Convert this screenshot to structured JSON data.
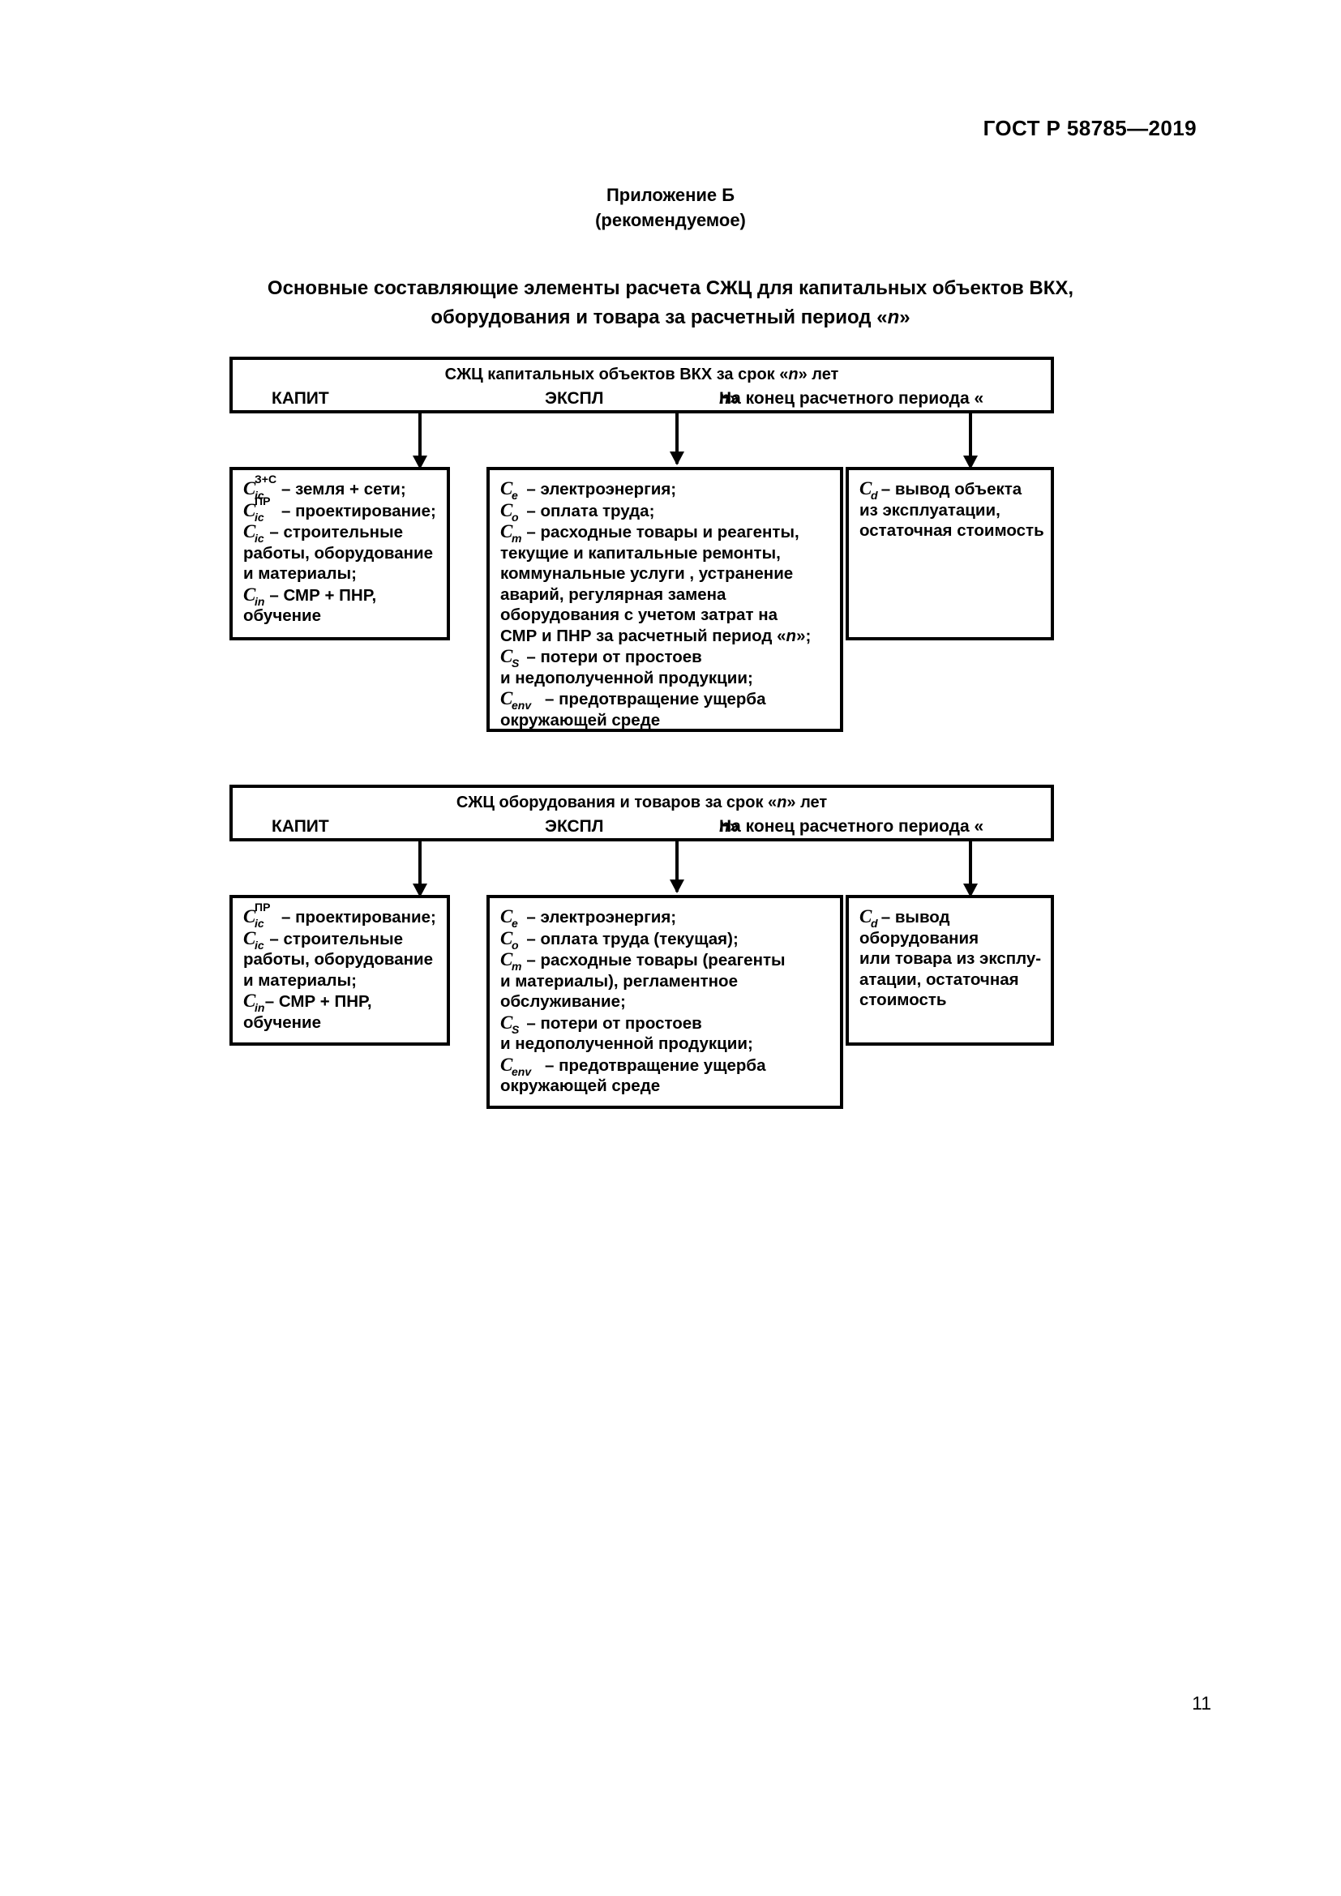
{
  "document": {
    "standard_header": "ГОСТ Р 58785—2019",
    "page_number": "11"
  },
  "annex": {
    "label": "Приложение Б",
    "note": "(рекомендуемое)",
    "title_line1": "Основные составляющие элементы расчета СЖЦ для капитальных объектов ВКХ,",
    "title_line2_a": "оборудования и товара за расчетный период «",
    "title_line2_var": "n",
    "title_line2_b": "»"
  },
  "diagrams": [
    {
      "id": "capital-objects",
      "header": {
        "title_a": "СЖЦ капитальных объектов ВКХ за срок «",
        "title_var": "n",
        "title_b": "» лет",
        "columns": [
          {
            "label": "КАПИТ"
          },
          {
            "label": "ЭКСПЛ"
          },
          {
            "label_a": "На конец расчетного периода «",
            "label_var": "n",
            "label_b": "»"
          }
        ]
      },
      "boxes": {
        "capit": {
          "lines": [
            {
              "var": "C",
              "sup": "З+С",
              "sub": "ic",
              "text": " – земля + сети;"
            },
            {
              "var": "C",
              "sup": "ПР",
              "sub": "ic",
              "text": " – проектирование;"
            },
            {
              "var": "C",
              "sup": "",
              "sub": "ic",
              "text": "–  строительные"
            },
            {
              "plain": "работы, оборудование"
            },
            {
              "plain": "и материалы;"
            },
            {
              "var": "C",
              "sup": "",
              "sub": "in",
              "text": "–  СМР + ПНР,"
            },
            {
              "plain": "обучение"
            }
          ]
        },
        "exspl": {
          "lines": [
            {
              "var": "C",
              "sup": "",
              "sub": "e",
              "text": " – электроэнергия;"
            },
            {
              "var": "C",
              "sup": "",
              "sub": "o",
              "text": " – оплата труда;"
            },
            {
              "var": "C",
              "sup": "",
              "sub": "m",
              "text": " – расходные товары и реагенты,"
            },
            {
              "plain": "текущие и капитальные ремонты,"
            },
            {
              "plain": "коммунальные услуги , устранение"
            },
            {
              "plain": "аварий, регулярная замена"
            },
            {
              "plain": "оборудования с учетом затрат на"
            },
            {
              "plain": "СМР и ПНР за расчетный период «n»;"
            },
            {
              "var": "C",
              "sup": "",
              "sub": "S",
              "text": " – потери от простоев"
            },
            {
              "plain": "и недополученной продукции;"
            },
            {
              "var": "C",
              "sup": "",
              "sub": "env",
              "text": " – предотвращение ущерба"
            },
            {
              "plain": "окружающей среде"
            }
          ]
        },
        "end": {
          "lines": [
            {
              "var": "C",
              "sup": "",
              "sub": "d",
              "text": " – вывод объекта"
            },
            {
              "plain": "из эксплуатации,"
            },
            {
              "plain": "остаточная стоимость"
            }
          ]
        }
      }
    },
    {
      "id": "equipment-goods",
      "header": {
        "title_a": "СЖЦ оборудования и товаров за срок «",
        "title_var": "n",
        "title_b": "» лет",
        "columns": [
          {
            "label": "КАПИТ"
          },
          {
            "label": "ЭКСПЛ"
          },
          {
            "label_a": "На конец расчетного периода «",
            "label_var": "n",
            "label_b": "»"
          }
        ]
      },
      "boxes": {
        "capit": {
          "lines": [
            {
              "var": "C",
              "sup": "ПР",
              "sub": "ic",
              "text": " – проектирование;"
            },
            {
              "var": "C",
              "sup": "",
              "sub": "ic",
              "text": "– строительные"
            },
            {
              "plain": "работы, оборудование"
            },
            {
              "plain": "и материалы;"
            },
            {
              "var": "C",
              "sup": "",
              "sub": "in",
              "text": "– СМР + ПНР,"
            },
            {
              "plain": "обучение"
            }
          ]
        },
        "exspl": {
          "lines": [
            {
              "var": "C",
              "sup": "",
              "sub": "e",
              "text": " – электроэнергия;"
            },
            {
              "var": "C",
              "sup": "",
              "sub": "o",
              "text": " – оплата труда (текущая);"
            },
            {
              "var": "C",
              "sup": "",
              "sub": "m",
              "text": " – расходные товары (реагенты"
            },
            {
              "plain": "и материалы), регламентное"
            },
            {
              "plain": "обслуживание;"
            },
            {
              "var": "C",
              "sup": "",
              "sub": "S",
              "text": " – потери от простоев"
            },
            {
              "plain": "и недополученной продукции;"
            },
            {
              "var": "C",
              "sup": "",
              "sub": "env",
              "text": " – предотвращение ущерба"
            },
            {
              "plain": "окружающей среде"
            }
          ]
        },
        "end": {
          "lines": [
            {
              "var": "C",
              "sup": "",
              "sub": "d",
              "text": " – вывод"
            },
            {
              "plain": "оборудования"
            },
            {
              "plain": "или товара из эксплу-"
            },
            {
              "plain": "атации, остаточная"
            },
            {
              "plain": "стоимость"
            }
          ]
        }
      }
    }
  ]
}
